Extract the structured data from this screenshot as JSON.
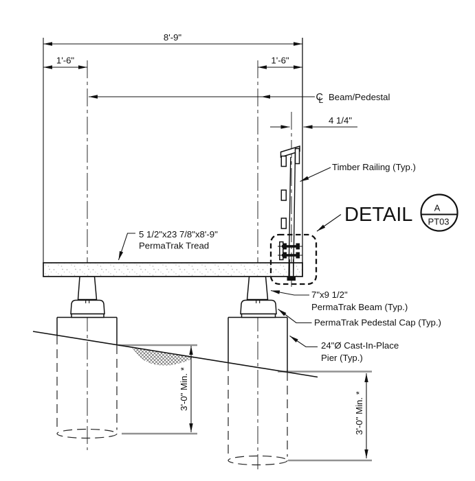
{
  "drawing": {
    "title": "PermaTrak boardwalk cross-section detail",
    "dimensions": {
      "overall_width": "8'-9\"",
      "left_offset": "1'-6\"",
      "right_offset": "1'-6\"",
      "railing_offset": "4 1/4\"",
      "left_embedment": "3'-0\" Min. *",
      "right_embedment": "3'-0\" Min. *"
    },
    "centerline_callout": {
      "symbol_c": "C",
      "symbol_l": "L",
      "label": "Beam/Pedestal"
    },
    "labels": {
      "timber_railing": "Timber Railing (Typ.)",
      "tread_line1": "5 1/2\"x23 7/8\"x8'-9\"",
      "tread_line2": "PermaTrak Tread",
      "beam_line1": "7\"x9 1/2\"",
      "beam_line2": "PermaTrak Beam (Typ.)",
      "pedestal_cap": "PermaTrak Pedestal Cap (Typ.)",
      "pier_line1": "24\"Ø Cast-In-Place",
      "pier_line2": "Pier (Typ.)"
    },
    "detail_callout": {
      "title": "DETAIL",
      "bubble_top": "A",
      "bubble_bottom": "PT03"
    },
    "colors": {
      "line": "#111111",
      "extension_gray": "#919191",
      "background": "#ffffff"
    }
  }
}
